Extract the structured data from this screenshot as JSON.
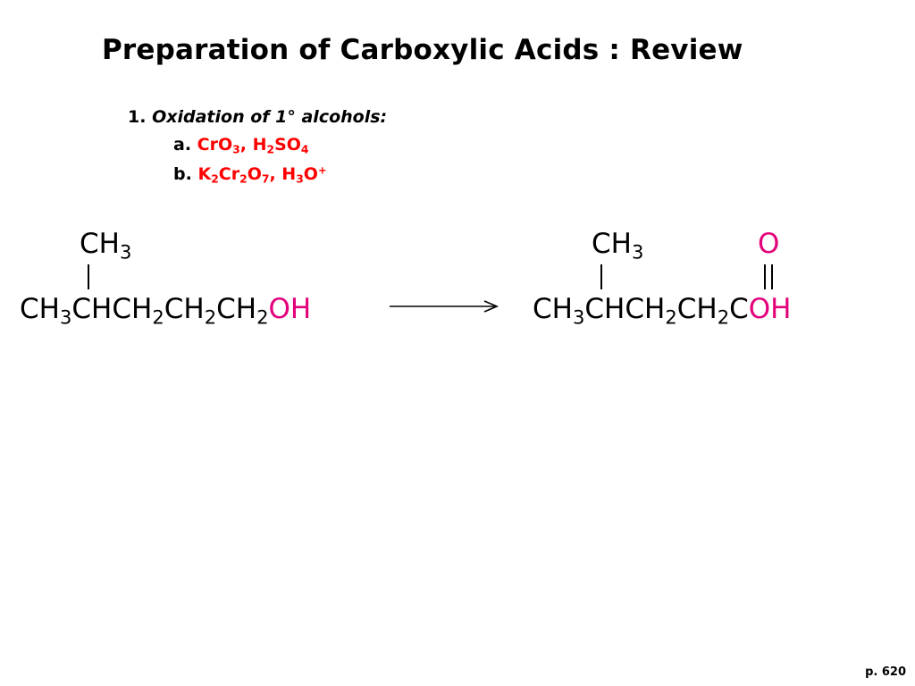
{
  "title": "Preparation of Carboxylic Acids : Review",
  "item1": {
    "number": "1.",
    "text_a": "Oxidation of 1",
    "degree": "°",
    "text_b": " alcohols:"
  },
  "item_a": {
    "letter": "a.",
    "p1": "CrO",
    "s1": "3",
    "p2": ", H",
    "s2": "2",
    "p3": "SO",
    "s3": "4"
  },
  "item_b": {
    "letter": "b.",
    "p1": "K",
    "s1": "2",
    "p2": "Cr",
    "s2": "2",
    "p3": "O",
    "s3": "7",
    "p4": ", H",
    "s4": "3",
    "p5": "O",
    "sup5": "+"
  },
  "reactant": {
    "branch": {
      "p1": "CH",
      "s1": "3"
    },
    "main": {
      "p1": "CH",
      "s1": "3",
      "p2": "CHCH",
      "s2": "2",
      "p3": "CH",
      "s3": "2",
      "p4": "CH",
      "s4": "2",
      "oh": "OH"
    }
  },
  "product": {
    "branch": {
      "p1": "CH",
      "s1": "3"
    },
    "oxygen": "O",
    "main": {
      "p1": "CH",
      "s1": "3",
      "p2": "CHCH",
      "s2": "2",
      "p3": "CH",
      "s3": "2",
      "p4": "C",
      "oh": "OH"
    }
  },
  "page_number": "p. 620",
  "colors": {
    "reagent": "#ff0000",
    "oxygen_highlight": "#e3007a",
    "text": "#000000"
  }
}
